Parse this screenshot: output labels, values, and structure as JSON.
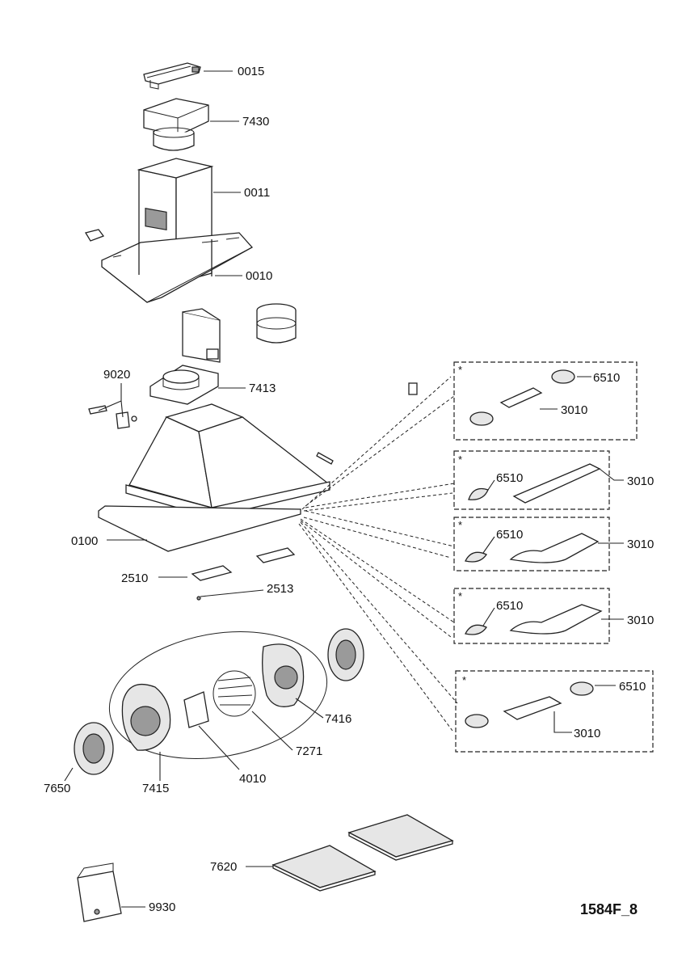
{
  "document_ref": "1584F_8",
  "option_marker": "*",
  "callouts": [
    {
      "id": "0015"
    },
    {
      "id": "7430"
    },
    {
      "id": "0011"
    },
    {
      "id": "0010"
    },
    {
      "id": "9020"
    },
    {
      "id": "7413"
    },
    {
      "id": "6510"
    },
    {
      "id": "3010"
    },
    {
      "id": "6510"
    },
    {
      "id": "3010"
    },
    {
      "id": "6510"
    },
    {
      "id": "3010"
    },
    {
      "id": "6510"
    },
    {
      "id": "3010"
    },
    {
      "id": "6510"
    },
    {
      "id": "3010"
    },
    {
      "id": "0100"
    },
    {
      "id": "2510"
    },
    {
      "id": "2513"
    },
    {
      "id": "7416"
    },
    {
      "id": "7271"
    },
    {
      "id": "4010"
    },
    {
      "id": "7415"
    },
    {
      "id": "7650"
    },
    {
      "id": "7620"
    },
    {
      "id": "9930"
    }
  ]
}
